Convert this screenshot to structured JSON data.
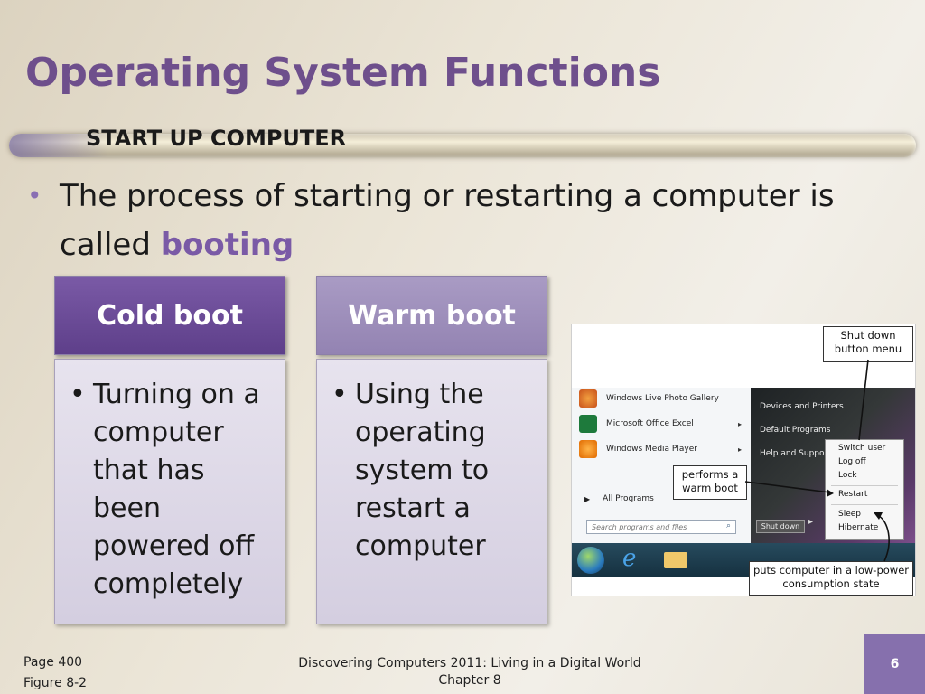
{
  "slide": {
    "title": "Operating System Functions",
    "subtitle": "START UP COMPUTER",
    "bullet_text": "The process of starting or restarting a computer is called",
    "bullet_emphasis": "booting",
    "bullet_symbol": "•"
  },
  "columns": [
    {
      "heading": "Cold boot",
      "body": "Turning on a computer that has been powered off completely"
    },
    {
      "heading": "Warm boot",
      "body": "Using the operating system to restart a computer"
    }
  ],
  "figure": {
    "left_menu": [
      "Windows Live Photo Gallery",
      "Microsoft Office Excel",
      "Windows Media Player",
      "All Programs"
    ],
    "search_placeholder": "Search programs and files",
    "right_menu": [
      "Devices and Printers",
      "Default Programs",
      "Help and Support"
    ],
    "shutdown_button": "Shut down",
    "shutdown_menu": [
      "Switch user",
      "Log off",
      "Lock",
      "Restart",
      "Sleep",
      "Hibernate"
    ],
    "callouts": {
      "shutdown_menu": "Shut down button menu",
      "warm_boot": "performs a warm boot",
      "low_power": "puts computer in a low-power consumption state"
    }
  },
  "footer": {
    "page": "Page 400",
    "figure": "Figure 8-2",
    "book": "Discovering Computers 2011: Living in a Digital World",
    "chapter": "Chapter 8",
    "slide_number": "6"
  },
  "colors": {
    "title": "#6e4f8c",
    "accent": "#7a5aa6",
    "page_number_bg": "#8670ad"
  }
}
